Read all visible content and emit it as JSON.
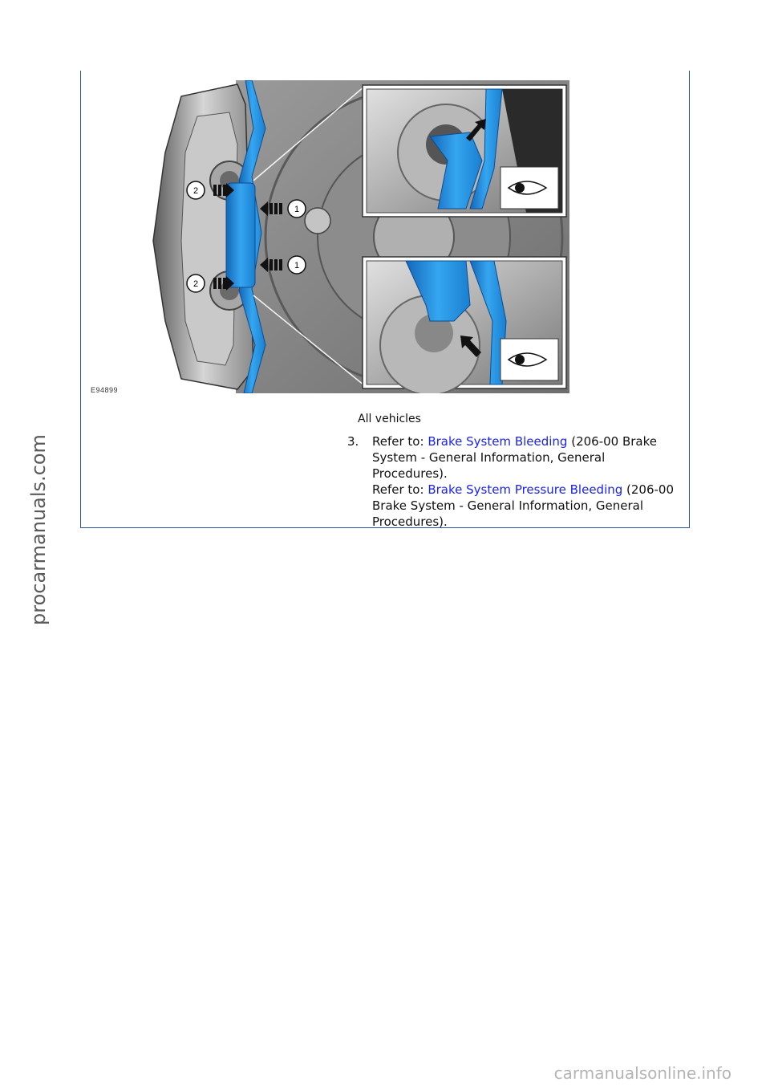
{
  "figure": {
    "id": "E94899",
    "callouts": [
      "2",
      "1",
      "1",
      "2"
    ]
  },
  "caption": "All vehicles",
  "step": {
    "number": "3.",
    "line1_prefix": "Refer to: ",
    "line1_link": "Brake System Bleeding",
    "line1_suffix": " (206-00 Brake System - General Information, General Procedures).",
    "line2_prefix": "Refer to: ",
    "line2_link": "Brake System Pressure Bleeding",
    "line2_suffix": " (206-00 Brake System - General Information, General Procedures)."
  },
  "watermarks": {
    "side": "procarmanuals.com",
    "bottom": "carmanualsonline.info"
  },
  "colors": {
    "frame_border": "#2d4fa0",
    "link": "#1a22ee",
    "clip_blue": "#1f8fe0"
  }
}
